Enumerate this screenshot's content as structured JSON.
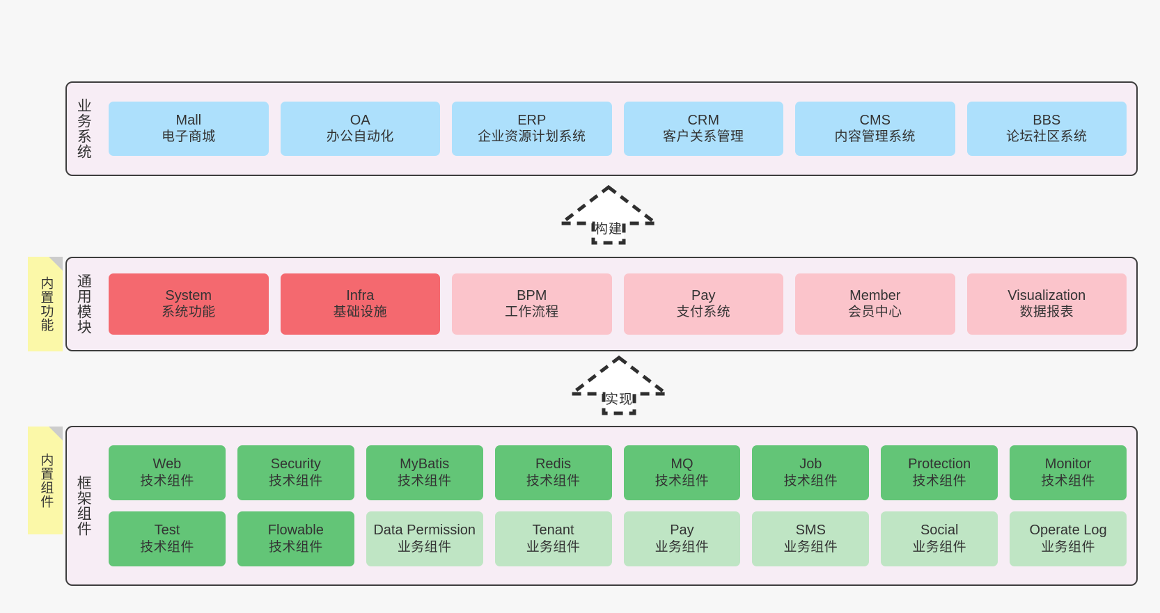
{
  "diagram": {
    "background_color": "#f7f7f7",
    "panel_color": "#f7edf5",
    "panel_border_color": "#3d3d3d",
    "note_color": "#fbf8a8"
  },
  "layers": [
    {
      "id": "business-systems",
      "caption": "业务系统",
      "note": null,
      "accent": "#ade0fc",
      "rows": [
        {
          "nodes": [
            {
              "en": "Mall",
              "cn": "电子商城",
              "color": "#ade0fc"
            },
            {
              "en": "OA",
              "cn": "办公自动化",
              "color": "#ade0fc"
            },
            {
              "en": "ERP",
              "cn": "企业资源计划系统",
              "color": "#ade0fc"
            },
            {
              "en": "CRM",
              "cn": "客户关系管理",
              "color": "#ade0fc"
            },
            {
              "en": "CMS",
              "cn": "内容管理系统",
              "color": "#ade0fc"
            },
            {
              "en": "BBS",
              "cn": "论坛社区系统",
              "color": "#ade0fc"
            }
          ]
        }
      ]
    },
    {
      "id": "common-modules",
      "caption": "通用模块",
      "note": "内置功能",
      "accent": "#f4696f",
      "rows": [
        {
          "nodes": [
            {
              "en": "System",
              "cn": "系统功能",
              "color": "#f4696f"
            },
            {
              "en": "Infra",
              "cn": "基础设施",
              "color": "#f4696f"
            },
            {
              "en": "BPM",
              "cn": "工作流程",
              "color": "#fbc4cb"
            },
            {
              "en": "Pay",
              "cn": "支付系统",
              "color": "#fbc4cb"
            },
            {
              "en": "Member",
              "cn": "会员中心",
              "color": "#fbc4cb"
            },
            {
              "en": "Visualization",
              "cn": "数据报表",
              "color": "#fbc4cb"
            }
          ]
        }
      ]
    },
    {
      "id": "framework-components",
      "caption": "框架组件",
      "note": "内置组件",
      "accent": "#63c577",
      "rows": [
        {
          "nodes": [
            {
              "en": "Web",
              "cn": "技术组件",
              "color": "#63c577"
            },
            {
              "en": "Security",
              "cn": "技术组件",
              "color": "#63c577"
            },
            {
              "en": "MyBatis",
              "cn": "技术组件",
              "color": "#63c577"
            },
            {
              "en": "Redis",
              "cn": "技术组件",
              "color": "#63c577"
            },
            {
              "en": "MQ",
              "cn": "技术组件",
              "color": "#63c577"
            },
            {
              "en": "Job",
              "cn": "技术组件",
              "color": "#63c577"
            },
            {
              "en": "Protection",
              "cn": "技术组件",
              "color": "#63c577"
            },
            {
              "en": "Monitor",
              "cn": "技术组件",
              "color": "#63c577"
            }
          ]
        },
        {
          "nodes": [
            {
              "en": "Test",
              "cn": "技术组件",
              "color": "#63c577"
            },
            {
              "en": "Flowable",
              "cn": "技术组件",
              "color": "#63c577"
            },
            {
              "en": "Data Permission",
              "cn": "业务组件",
              "color": "#bfe5c4"
            },
            {
              "en": "Tenant",
              "cn": "业务组件",
              "color": "#bfe5c4"
            },
            {
              "en": "Pay",
              "cn": "业务组件",
              "color": "#bfe5c4"
            },
            {
              "en": "SMS",
              "cn": "业务组件",
              "color": "#bfe5c4"
            },
            {
              "en": "Social",
              "cn": "业务组件",
              "color": "#bfe5c4"
            },
            {
              "en": "Operate Log",
              "cn": "业务组件",
              "color": "#bfe5c4"
            }
          ]
        }
      ]
    }
  ],
  "arrows": [
    {
      "id": "build",
      "label": "构建",
      "from": "common-modules",
      "to": "business-systems"
    },
    {
      "id": "implement",
      "label": "实现",
      "from": "framework-components",
      "to": "common-modules"
    }
  ]
}
